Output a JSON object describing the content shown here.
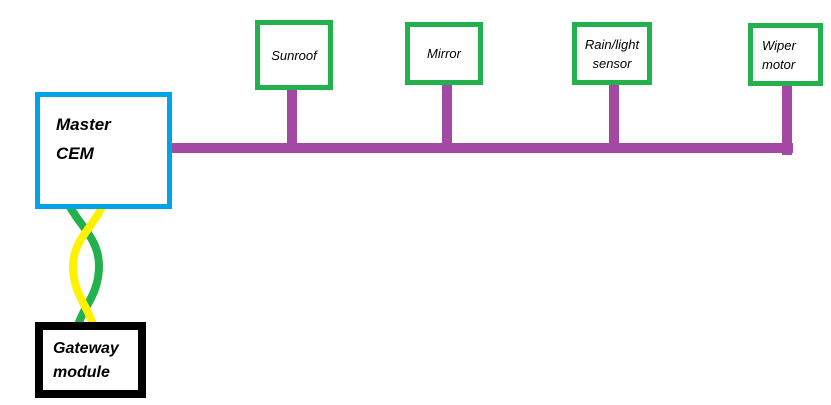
{
  "nodes": {
    "master_cem": {
      "label": "Master\nCEM"
    },
    "sunroof": {
      "label": "Sunroof"
    },
    "mirror": {
      "label": "Mirror"
    },
    "rain_light_sensor": {
      "label": "Rain/light\nsensor"
    },
    "wiper_motor": {
      "label": "Wiper\nmotor"
    },
    "gateway_module": {
      "label": "Gateway\nmodule"
    }
  },
  "connections": {
    "bus": {
      "type": "bus-line",
      "from": "master_cem",
      "to": [
        "sunroof",
        "mirror",
        "rain_light_sensor",
        "wiper_motor"
      ]
    },
    "twisted_pair": {
      "type": "twisted-pair-wire",
      "from": "master_cem",
      "to": "gateway_module"
    }
  },
  "colors": {
    "bus_purple": "#A349A4",
    "peripheral_green": "#22B14C",
    "master_blue": "#00A2E8",
    "gateway_black": "#000000",
    "wire_green": "#22B14C",
    "wire_yellow": "#FFF200",
    "text": "#000000",
    "background": "#FFFFFF"
  }
}
